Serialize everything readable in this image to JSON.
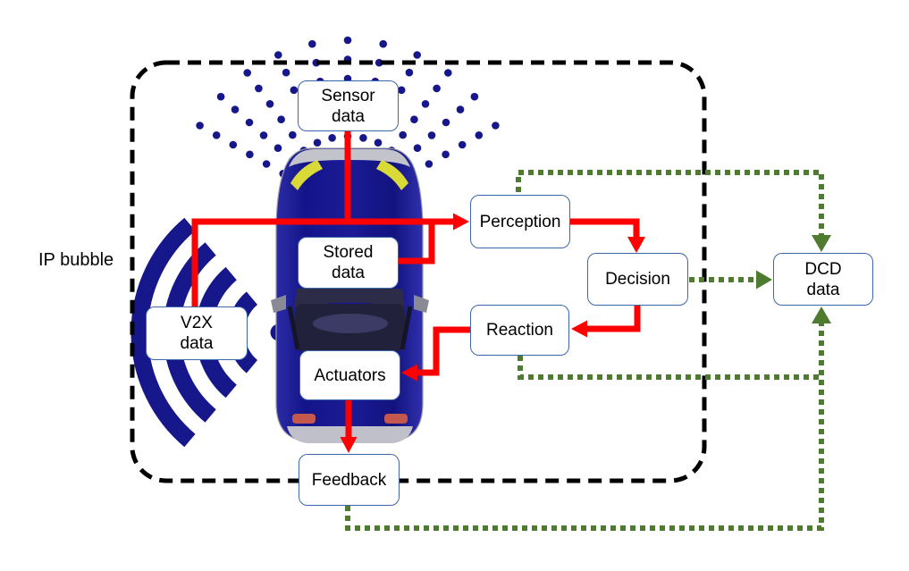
{
  "diagram": {
    "outer_label": "IP bubble",
    "nodes": {
      "sensor": "Sensor\ndata",
      "stored": "Stored\ndata",
      "v2x": "V2X\ndata",
      "actuators": "Actuators",
      "feedback": "Feedback",
      "perception": "Perception",
      "decision": "Decision",
      "reaction": "Reaction",
      "dcd": "DCD\ndata"
    },
    "colors": {
      "data_flow_red": "#ff0000",
      "dcd_flow_green": "#4f7b31",
      "sensor_navy": "#17178c",
      "boundary_black": "#000000",
      "node_border_blue": "#3e67ac"
    }
  }
}
